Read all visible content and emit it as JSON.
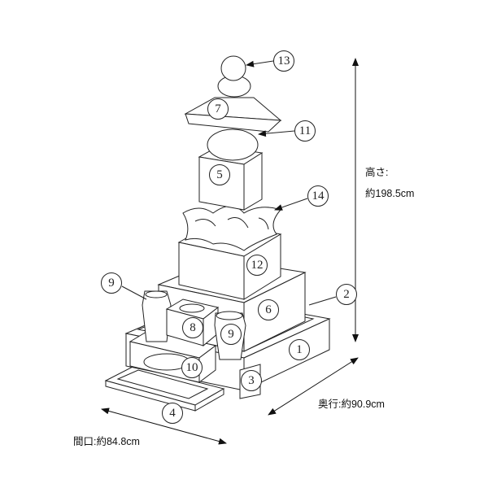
{
  "diagram": {
    "subject": "gorinto-gravestone",
    "callouts": [
      "13",
      "7",
      "11",
      "5",
      "14",
      "12",
      "9",
      "2",
      "6",
      "8",
      "9",
      "1",
      "10",
      "3",
      "4"
    ],
    "dimensions": {
      "height_label": "高さ:",
      "height_value": "約198.5cm",
      "depth": "奥行:約90.9cm",
      "width": "間口:約84.8cm"
    },
    "colors": {
      "line": "#222222",
      "background": "#ffffff"
    }
  }
}
